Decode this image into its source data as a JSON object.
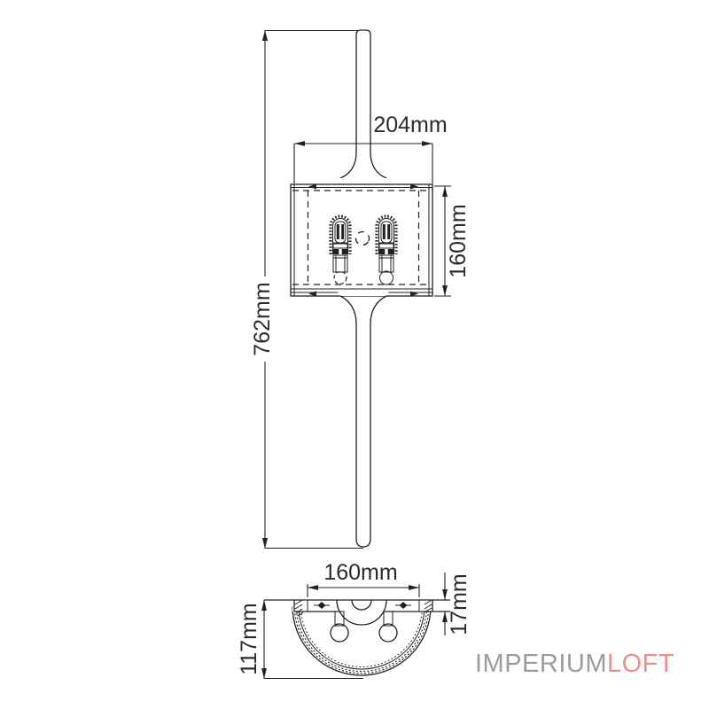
{
  "front_view": {
    "height_label": "762mm",
    "width_label": "204mm",
    "shade_height_label": "160mm"
  },
  "bottom_view": {
    "width_label": "160mm",
    "plate_label": "17mm",
    "depth_label": "117mm"
  },
  "logo": {
    "imperium": "IMPERIUM",
    "loft": "LOFT"
  },
  "colors": {
    "line": "#212121",
    "logo_gray": "#9c9ca0",
    "logo_accent": "#ef8f8d"
  }
}
